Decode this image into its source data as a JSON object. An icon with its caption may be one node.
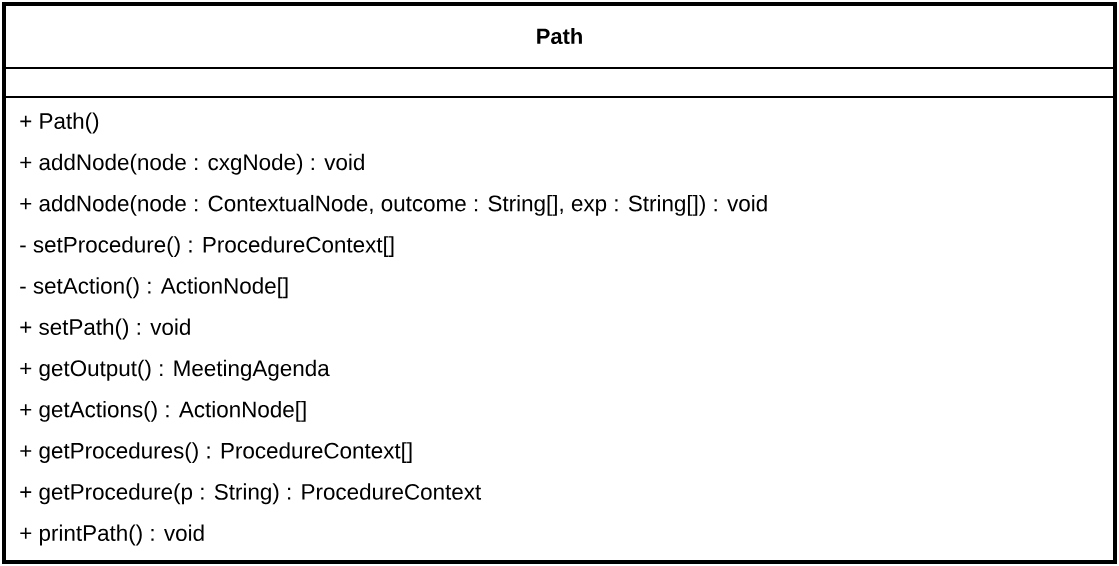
{
  "diagram": {
    "nodes": [
      {
        "text": [
          "Path",
          "+ Path()",
          "+ addNode(node : cxgNode) : void",
          "+ addNode(node : ContextualNode, outcome : String[], exp : String[]) : void",
          "- setProcedure() : ProcedureContext[]",
          "- setAction() : ActionNode[]",
          "+ setPath() : void",
          "+ getOutput() : MeetingAgenda",
          "+ getActions() : ActionNode[]",
          "+ getProcedures() : ProcedureContext[]",
          "+ getProcedure(p : String) : ProcedureContext",
          "+ printPath() : void"
        ]
      }
    ]
  }
}
